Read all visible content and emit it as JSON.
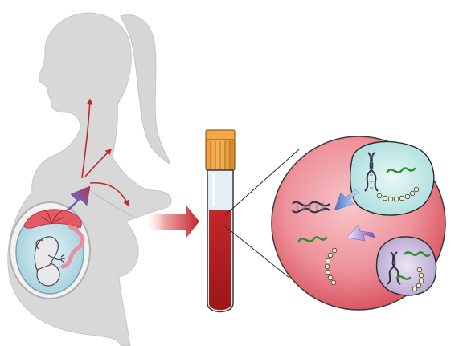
{
  "diagram": {
    "nodes": [
      {
        "id": "pregnant-woman",
        "kind": "silhouette"
      },
      {
        "id": "fetus",
        "kind": "fetus-in-uterus"
      },
      {
        "id": "placenta",
        "kind": "placenta"
      },
      {
        "id": "blood-tube",
        "kind": "blood-collection-tube"
      },
      {
        "id": "plasma-zoom",
        "kind": "magnified-plasma"
      },
      {
        "id": "maternal-cell",
        "kind": "cell"
      },
      {
        "id": "fetal-cell",
        "kind": "cell"
      },
      {
        "id": "cell-free-dna",
        "kind": "fragments"
      }
    ],
    "edges": [
      {
        "from": "fetus",
        "to": "pregnant-woman",
        "kind": "transfer-arrow"
      },
      {
        "from": "pregnant-woman",
        "to": "blood-tube",
        "kind": "process-arrow"
      },
      {
        "from": "maternal-cell",
        "to": "cell-free-dna",
        "kind": "release-arrow"
      },
      {
        "from": "fetal-cell",
        "to": "cell-free-dna",
        "kind": "release-arrow"
      }
    ]
  },
  "colors": {
    "silhouette": "#d8d8d8",
    "silhouette_stroke": "#c4c4c4",
    "blood": "#b81e22",
    "blood_light": "#e9a0a0",
    "cap": "#f0a040",
    "cap_dark": "#c97a1e",
    "tube_glass": "#dde9f2",
    "plasma_circle": "#e06a74",
    "plasma_circle_light": "#f6c2c6",
    "cell_teal": "#c9ecec",
    "cell_purple": "#c8b8da",
    "arrow_red": "#c0262b",
    "arrow_blue_purple": "#5b4ba8",
    "dna_dark": "#3b3f52",
    "dna_green": "#2f8f2f",
    "bead": "#f3f0c4",
    "uterus": "#b9dbe6"
  }
}
